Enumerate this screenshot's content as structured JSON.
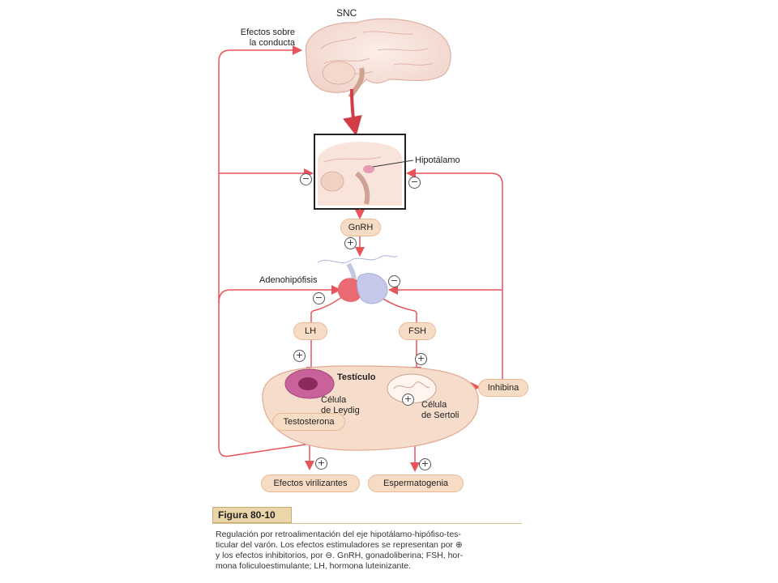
{
  "labels": {
    "snc": "SNC",
    "efectos_conducta": [
      "Efectos sobre",
      "la conducta"
    ],
    "hipotalamo": "Hipotálamo",
    "gnrh": "GnRH",
    "adenohipofisis": "Adenohipófisis",
    "lh": "LH",
    "fsh": "FSH",
    "testiculo": "Testículo",
    "leydig": [
      "Célula",
      "de Leydig"
    ],
    "sertoli": [
      "Célula",
      "de Sertoli"
    ],
    "testosterona": "Testosterona",
    "inhibina": "Inhibina",
    "efectos_virilizantes": "Efectos virilizantes",
    "espermatogenia": "Espermatogenia"
  },
  "signs": {
    "plus": "+",
    "minus": "−"
  },
  "figure": {
    "title": "Figura 80-10",
    "caption_lines": [
      "Regulación por retroalimentación del eje hipotálamo-hipófiso-tes-",
      "ticular del varón. Los efectos estimuladores se representan por ⊕",
      "y los efectos inhibitorios, por ⊖. GnRH, gonadoliberina; FSH, hor-",
      "mona foliculoestimulante; LH, hormona luteinizante."
    ]
  },
  "colors": {
    "arrow": "#e8545a",
    "pill_fill": "#f6dcc4",
    "testis_fill": "#f6dccb",
    "figure_title_bg": "#ead6a8"
  }
}
